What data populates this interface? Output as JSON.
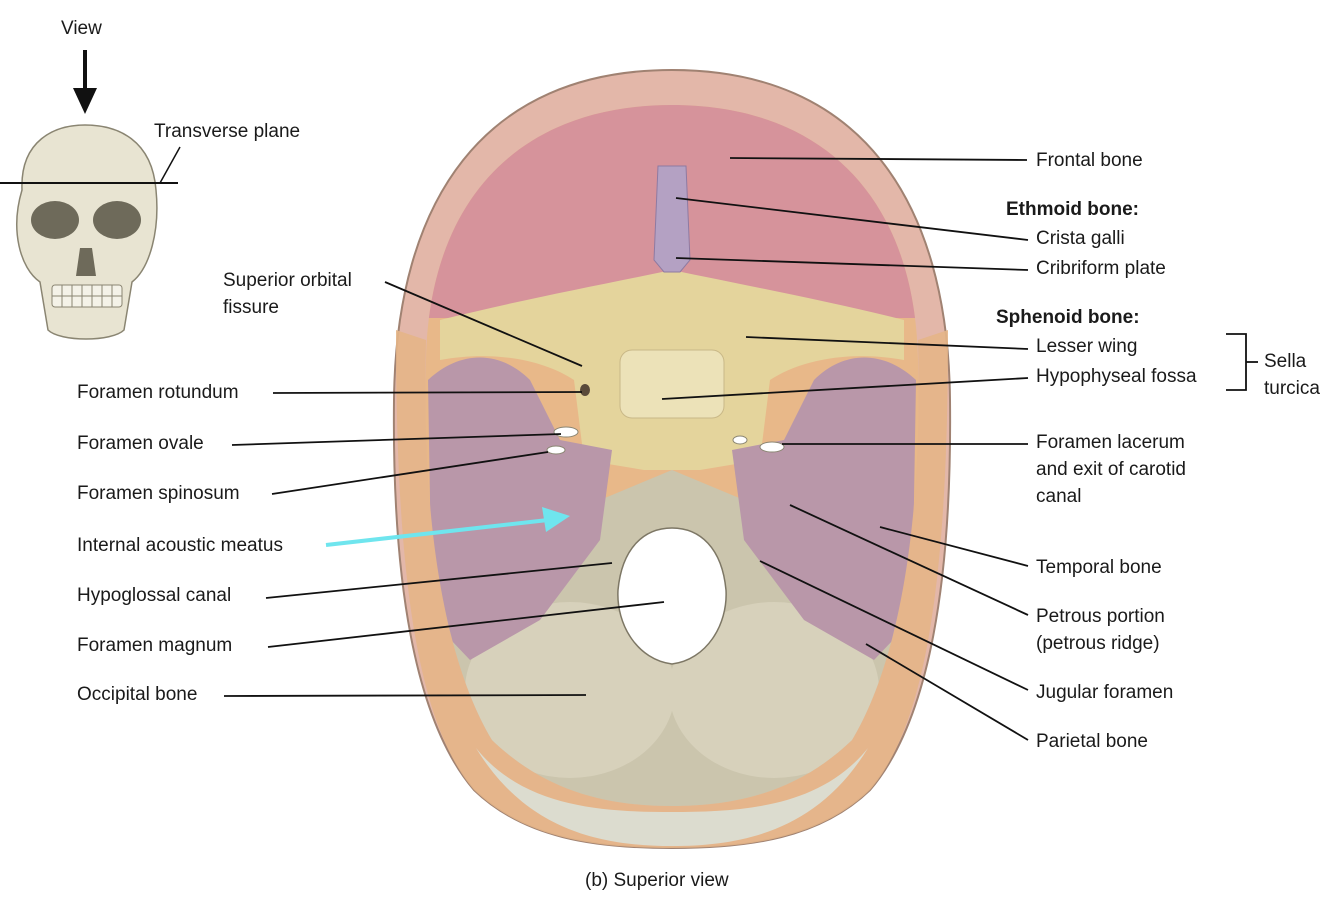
{
  "view_label": "View",
  "transverse_plane": "Transverse plane",
  "caption": "(b) Superior view",
  "colors": {
    "frontal": "#d6939b",
    "sphenoid": "#e4d49c",
    "temporal": "#b997a9",
    "occipital": "#cbc5ad",
    "parietal": "#e8b889",
    "ethmoid": "#b4a1c3",
    "highlight_arrow": "#6fe5ee"
  },
  "left_labels": {
    "superior_orbital_fissure_1": "Superior orbital",
    "superior_orbital_fissure_2": "fissure",
    "foramen_rotundum": "Foramen rotundum",
    "foramen_ovale": "Foramen ovale",
    "foramen_spinosum": "Foramen spinosum",
    "internal_acoustic_meatus": "Internal acoustic meatus",
    "hypoglossal_canal": "Hypoglossal canal",
    "foramen_magnum": "Foramen magnum",
    "occipital_bone": "Occipital bone"
  },
  "right_labels": {
    "frontal_bone": "Frontal bone",
    "ethmoid_header": "Ethmoid bone:",
    "crista_galli": "Crista galli",
    "cribriform_plate": "Cribriform plate",
    "sphenoid_header": "Sphenoid bone:",
    "lesser_wing": "Lesser wing",
    "hypophyseal_fossa": "Hypophyseal fossa",
    "sella_1": "Sella",
    "sella_2": "turcica",
    "foramen_lacerum_1": "Foramen lacerum",
    "foramen_lacerum_2": "and exit of carotid",
    "foramen_lacerum_3": "canal",
    "temporal_bone": "Temporal bone",
    "petrous_1": "Petrous portion",
    "petrous_2": "(petrous ridge)",
    "jugular_foramen": "Jugular foramen",
    "parietal_bone": "Parietal bone"
  }
}
